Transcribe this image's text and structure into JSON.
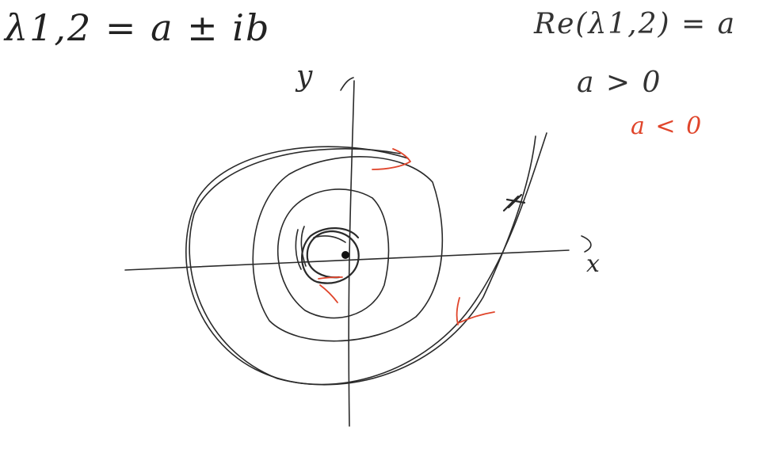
{
  "equations": {
    "eigenvalues": "λ1,2 = a ± ib",
    "real_part": "Re(λ1,2) = a",
    "condition_positive": "a > 0",
    "condition_negative": "a < 0"
  },
  "axes": {
    "x_label": "x",
    "y_label": "y"
  },
  "colors": {
    "ink": "#2a2a2a",
    "accent": "#e0452b",
    "background": "#ffffff"
  }
}
